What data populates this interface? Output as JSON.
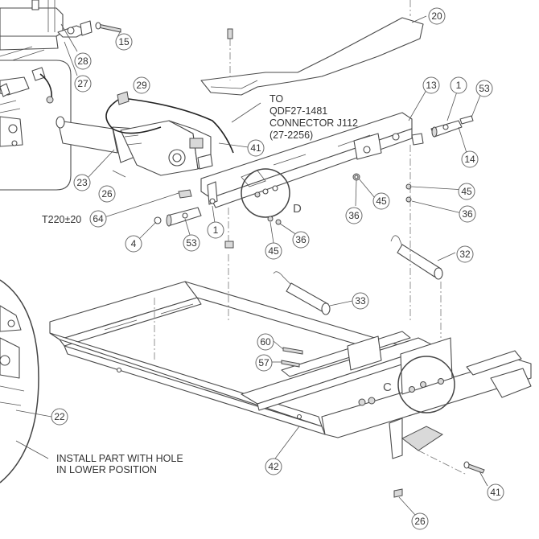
{
  "callouts": {
    "c15": "15",
    "c28": "28",
    "c27": "27",
    "c20": "20",
    "c29": "29",
    "c13": "13",
    "c1a": "1",
    "c53a": "53",
    "c14": "14",
    "c41a": "41",
    "c23": "23",
    "c26a": "26",
    "c64": "64",
    "c45a": "45",
    "c45b": "45",
    "c36a": "36",
    "c36b": "36",
    "c4": "4",
    "c53b": "53",
    "c1b": "1",
    "c45c": "45",
    "c36c": "36",
    "c32": "32",
    "c33": "33",
    "c60": "60",
    "c57": "57",
    "c22": "22",
    "c42": "42",
    "c41b": "41",
    "c26b": "26"
  },
  "labels": {
    "to_line1": "TO",
    "to_line2": "QDF27-1481",
    "to_line3": "CONNECTOR J112",
    "to_line4": "(27-2256)",
    "torque": "T220±20",
    "detail_c": "C",
    "detail_d": "D",
    "install_line1": "INSTALL PART WITH HOLE",
    "install_line2": "IN LOWER POSITION"
  }
}
